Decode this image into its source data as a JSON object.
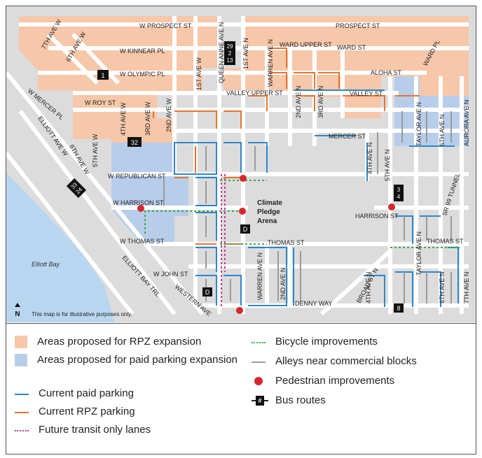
{
  "map": {
    "streets": {
      "w_prospect_st": "W PROSPECT ST",
      "prospect_st": "PROSPECT ST",
      "w_kinnear_pl": "W KINNEAR PL",
      "ward_upper_st": "WARD UPPER ST",
      "ward_st": "WARD ST",
      "w_olympic_pl": "W OLYMPIC PL",
      "aloha_st": "ALOHA ST",
      "ward_pl": "WARD PL",
      "w_mercer_pl": "W MERCER PL",
      "valley_upper_st": "VALLEY UPPER ST",
      "valley_st": "VALLEY ST",
      "w_roy_st": "W ROY ST",
      "mercer_st": "MERCER ST",
      "w_republican_st": "W REPUBLICAN ST",
      "w_harrison_st": "W HARRISON ST",
      "harrison_st": "HARRISON ST",
      "w_thomas_st": "W THOMAS ST",
      "thomas_st_center": "THOMAS ST",
      "thomas_st_east": "THOMAS ST",
      "w_john_st": "W JOHN ST",
      "denny_way": "DENNY WAY",
      "elliott_bay_trl": "ELLIOTT BAY TRL",
      "western_ave": "WESTERN AVE",
      "elliott_ave_w": "ELLIOTT AVE W",
      "seventh_ave_w": "7TH AVE W",
      "sixth_ave_w_north": "6TH AVE W",
      "sixth_ave_w_south": "6TH AVE W",
      "fifth_ave_w": "5TH AVE W",
      "fourth_ave_w": "4TH AVE W",
      "third_ave_w": "3RD AVE W",
      "second_ave_w": "2ND AVE W",
      "first_ave_w": "1ST AVE W",
      "queen_anne_ave_n": "QUEEN ANNE AVE N",
      "first_ave_n": "1ST AVE N",
      "warren_ave_n_north": "WARREN AVE N",
      "warren_ave_n_south": "WARREN AVE N",
      "second_ave_n_north": "2ND AVE N",
      "second_ave_n_south": "2ND AVE N",
      "third_ave_n": "3RD AVE N",
      "fourth_ave_n_north": "4TH AVE N",
      "fourth_ave_n_south": "4TH AVE N",
      "fifth_ave_n": "5TH AVE N",
      "taylor_ave_n_north": "TAYLOR AVE N",
      "taylor_ave_n_south": "TAYLOR AVE N",
      "sixth_ave_n_north": "6TH AVE N",
      "sixth_ave_n_south": "6TH AVE N",
      "seventh_ave_n": "7TH AVE N",
      "aurora_ave_n": "AURORA AVE N",
      "sr99_tunnel": "SR 99 TUNNEL",
      "broad_st_n": "BROAD ST N"
    },
    "places": {
      "elliott_bay": "Elliott Bay",
      "climate_pledge_line1": "Climate",
      "climate_pledge_line2": "Pledge",
      "climate_pledge_line3": "Arena"
    },
    "bus_badges": {
      "b1": "1",
      "b32": "32",
      "b29": "29",
      "b2": "2",
      "b13": "13",
      "b33": "33",
      "b24": "24",
      "d_arena": "D",
      "d_south": "D",
      "b3": "3",
      "b4": "4",
      "b8": "8"
    },
    "north_label": "N",
    "disclaimer": "This map is for illustrative purposes only.",
    "colors": {
      "rpz_area": "#f6c7a9",
      "paid_area": "#b8cdea",
      "water": "#b9d6f0",
      "paid_line": "#2f86c9",
      "rpz_line": "#e8742e",
      "transit_line": "#c9378f",
      "bike_line": "#3daa4a",
      "alley": "#9a9a9a",
      "ped_dot": "#d7262e",
      "street": "#ffffff",
      "block": "#dcdcdc"
    }
  },
  "legend": {
    "rpz_area": "Areas proposed for RPZ expansion",
    "paid_area": "Areas proposed for paid parking expansion",
    "paid_parking": "Current paid parking",
    "rpz_parking": "Current RPZ parking",
    "transit_lanes": "Future transit only lanes",
    "bicycle": "Bicycle improvements",
    "alleys": "Alleys near commercial blocks",
    "pedestrian": "Pedestrian improvements",
    "bus_routes": "Bus routes",
    "bus_symbol": "#"
  }
}
